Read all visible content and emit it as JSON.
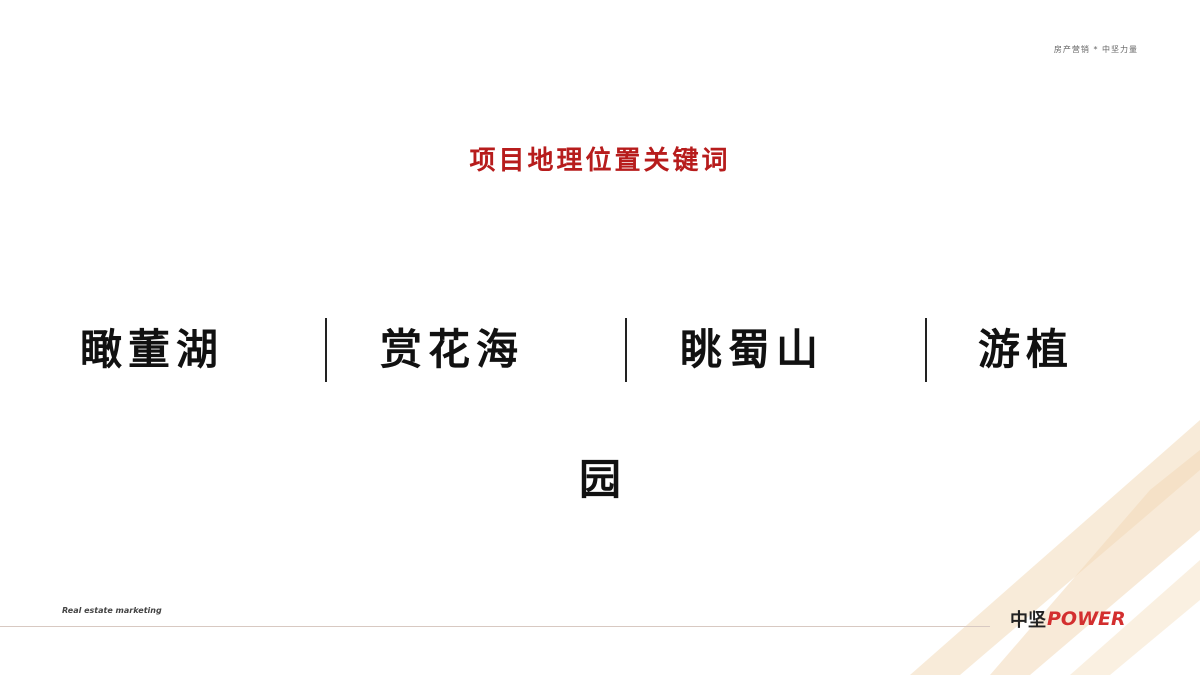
{
  "header": {
    "tagline": "房产营销 * 中坚力量"
  },
  "title": {
    "text": "项目地理位置关键词"
  },
  "keywords": [
    "瞰董湖",
    "赏花海",
    "眺蜀山",
    "游植",
    "园"
  ],
  "footer": {
    "text": "Real estate marketing"
  },
  "logo": {
    "cn": "中坚",
    "en": "POWER"
  },
  "colors": {
    "title": "#b71c1c",
    "logo_accent": "#d32f2f",
    "deco_stripes": "#f3d9b8"
  }
}
